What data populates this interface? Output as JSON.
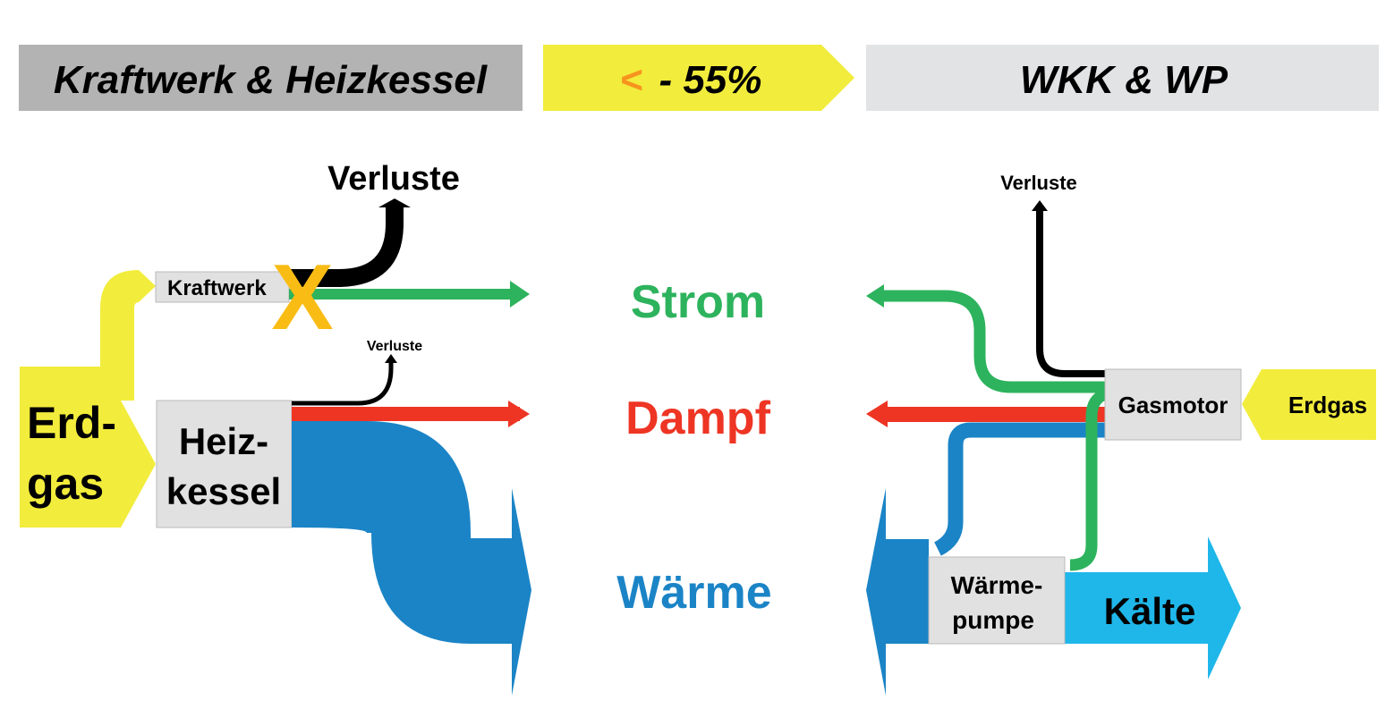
{
  "header": {
    "left_title": "Kraftwerk & Heizkessel",
    "savings_symbol": "<",
    "savings_value": "- 55%",
    "right_title": "WKK & WP"
  },
  "left": {
    "verluste_top": "Verluste",
    "kraftwerk": "Kraftwerk",
    "x_mark": "X",
    "verluste_small": "Verluste",
    "erdgas_line1": "Erd-",
    "erdgas_line2": "gas",
    "heizkessel_line1": "Heiz-",
    "heizkessel_line2": "kessel"
  },
  "center": {
    "strom": "Strom",
    "dampf": "Dampf",
    "waerme": "Wärme"
  },
  "right": {
    "verluste": "Verluste",
    "gasmotor": "Gasmotor",
    "erdgas": "Erdgas",
    "waermepumpe_line1": "Wärme-",
    "waermepumpe_line2": "pumpe",
    "kaelte": "Kälte"
  },
  "colors": {
    "gas": "#f2ec3c",
    "strom": "#2db35d",
    "dampf": "#ee3524",
    "waerme": "#1b84c6",
    "kaelte": "#1fb7ea",
    "verluste": "#000000",
    "x_mark": "#f9bc15",
    "box_fill": "#e1e1e2",
    "header_dark": "#b3b3b3",
    "header_light": "#e2e3e4",
    "savings_symbol": "#f7941d"
  }
}
